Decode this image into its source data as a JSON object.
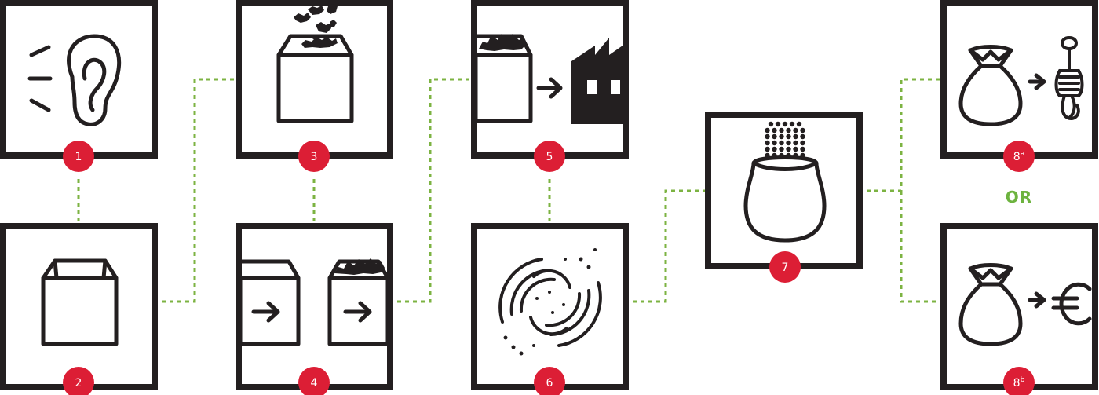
{
  "steps": [
    {
      "id": "1",
      "label": "1",
      "icon": "listening-ear-icon"
    },
    {
      "id": "2",
      "label": "2",
      "icon": "empty-bag-icon"
    },
    {
      "id": "3",
      "label": "3",
      "icon": "filling-bag-icon"
    },
    {
      "id": "4",
      "label": "4",
      "icon": "bags-moving-icon"
    },
    {
      "id": "5",
      "label": "5",
      "icon": "bag-to-factory-icon"
    },
    {
      "id": "6",
      "label": "6",
      "icon": "recycling-swirl-icon"
    },
    {
      "id": "7",
      "label": "7",
      "icon": "granulate-sack-icon"
    },
    {
      "id": "8a",
      "label": "8",
      "sup": "a",
      "icon": "sack-to-rope-icon"
    },
    {
      "id": "8b",
      "label": "8",
      "sup": "b",
      "icon": "sack-to-euro-icon"
    }
  ],
  "or_label": "OR",
  "colors": {
    "badge": "#dc1e35",
    "connector": "#7cb342",
    "or_text": "#6db33f",
    "icon": "#231f20"
  }
}
